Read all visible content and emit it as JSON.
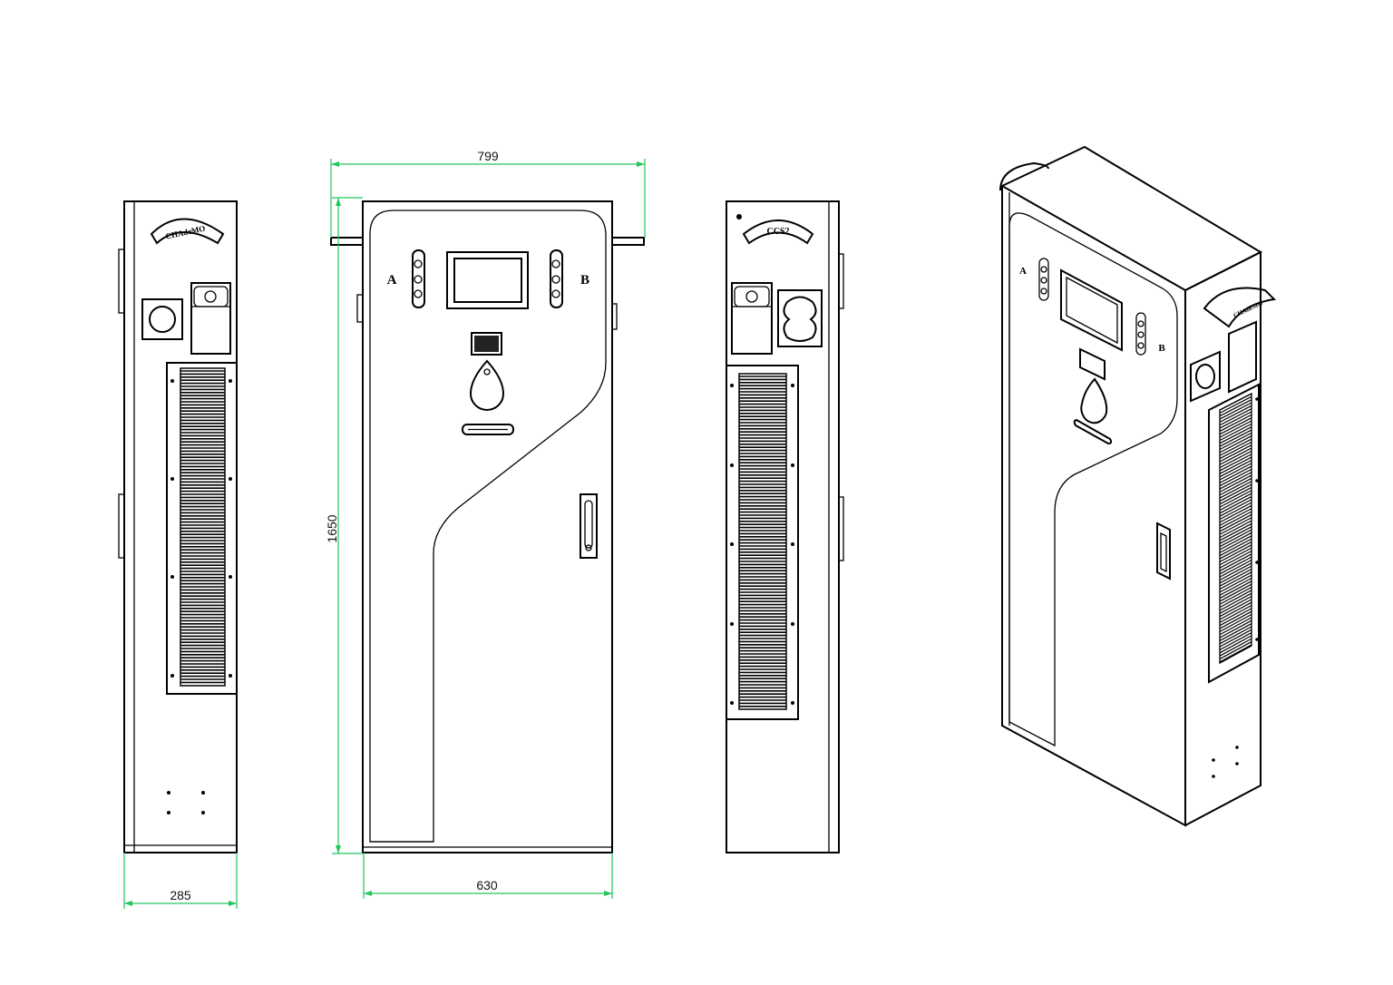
{
  "drawing": {
    "dimensions": {
      "width_overall": "799",
      "width_body": "630",
      "height": "1650",
      "depth": "285"
    },
    "front_view": {
      "connector_a": "A",
      "connector_b": "B"
    },
    "left_view": {
      "connector_label": "CHAdeMO"
    },
    "right_view": {
      "connector_label": "CCS2"
    },
    "iso_view": {
      "connector_a": "A",
      "connector_b": "B",
      "connector_label": "CHAdeMO"
    },
    "colors": {
      "dimension_line": "#22c55e",
      "outline": "#000000",
      "background": "#ffffff"
    }
  }
}
